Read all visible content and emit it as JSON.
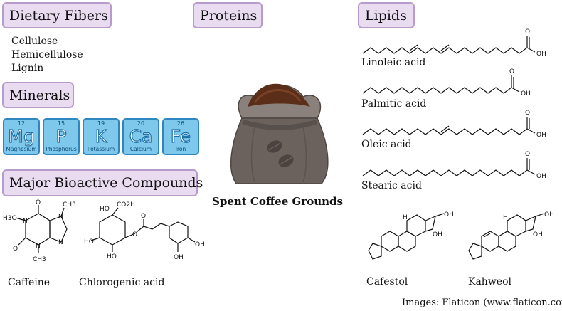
{
  "sections": {
    "dietary_fibers": {
      "title": "Dietary Fibers",
      "items": [
        "Cellulose",
        "Hemicellulose",
        "Lignin"
      ]
    },
    "proteins": {
      "title": "Proteins"
    },
    "lipids": {
      "title": "Lipids",
      "items": [
        "Linoleic acid",
        "Palmitic acid",
        "Oleic acid",
        "Stearic acid"
      ],
      "oh_label": "OH",
      "o_label": "O"
    },
    "minerals": {
      "title": "Minerals",
      "elements": [
        {
          "number": "12",
          "symbol": "Mg",
          "name": "Magnesium"
        },
        {
          "number": "15",
          "symbol": "P",
          "name": "Phosphorus"
        },
        {
          "number": "19",
          "symbol": "K",
          "name": "Potassium"
        },
        {
          "number": "20",
          "symbol": "Ca",
          "name": "Calcium"
        },
        {
          "number": "26",
          "symbol": "Fe",
          "name": "Iron"
        }
      ]
    },
    "bioactive": {
      "title": "Major Bioactive Compounds",
      "items": [
        "Caffeine",
        "Chlorogenic acid",
        "Cafestol",
        "Kahweol"
      ]
    }
  },
  "center_label": "Spent Coffee Grounds",
  "credit": "Images: Flaticon (www.flaticon.com)",
  "molecule_labels": {
    "caffeine": [
      "H3C",
      "N",
      "N",
      "N",
      "N",
      "O",
      "O",
      "CH3",
      "CH3"
    ],
    "chlorogenic": [
      "HO",
      "CO2H",
      "HO",
      "HO",
      "OH",
      "O",
      "O",
      "OH",
      "OH"
    ],
    "diterpene_oh": [
      "OH",
      "OH",
      "H"
    ]
  },
  "colors": {
    "box_fill": "#e9dcf1",
    "box_border": "#b79bcc",
    "tile_fill": "#7ec8ec",
    "tile_border": "#2e86c1",
    "bag": "#6b625e",
    "coffee": "#5a2e19"
  }
}
